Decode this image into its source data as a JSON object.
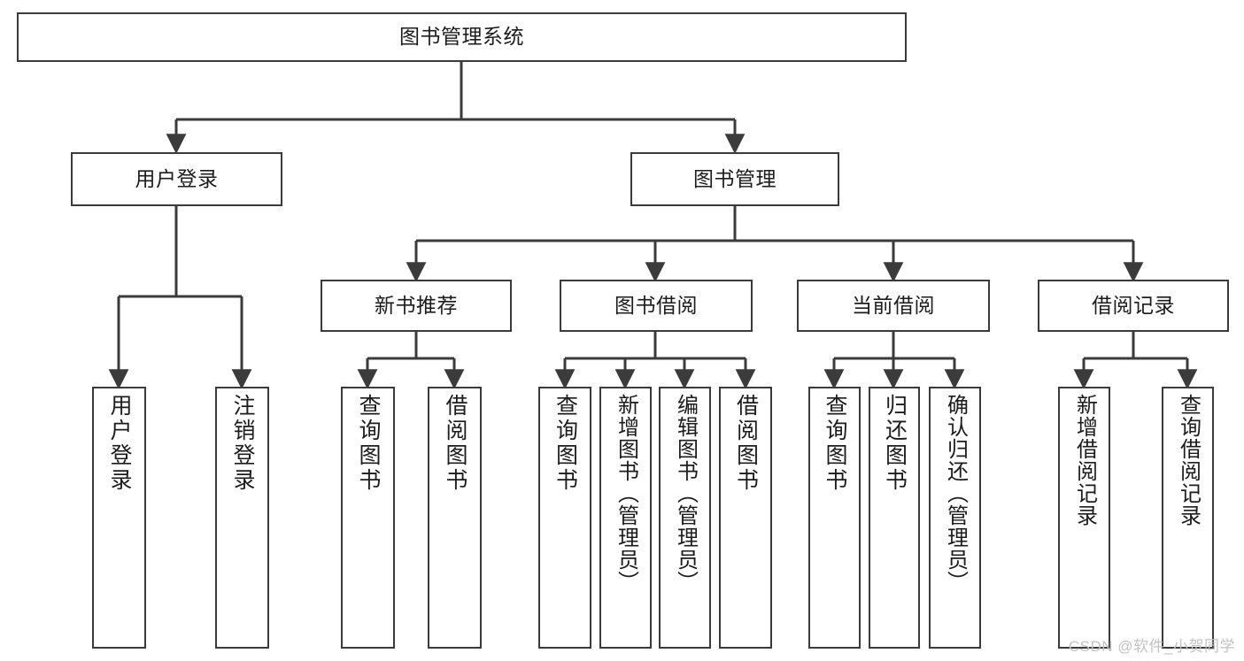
{
  "diagram": {
    "title": "图书管理系统",
    "type": "hierarchy-tree",
    "watermark": "CSDN @软件_小贺同学",
    "colors": {
      "stroke": "#3b3b3b",
      "fill": "#ffffff",
      "text": "#1c1c1c",
      "watermark": "#c2c2c2"
    },
    "root": {
      "label": "图书管理系统"
    },
    "level1": [
      {
        "label": "用户登录"
      },
      {
        "label": "图书管理"
      }
    ],
    "level2": [
      {
        "label": "新书推荐"
      },
      {
        "label": "图书借阅"
      },
      {
        "label": "当前借阅"
      },
      {
        "label": "借阅记录"
      }
    ],
    "leaves": {
      "user_login": [
        {
          "label": "用户登录"
        },
        {
          "label": "注销登录"
        }
      ],
      "new_book": [
        {
          "label": "查询图书"
        },
        {
          "label": "借阅图书"
        }
      ],
      "book_borrow": [
        {
          "label": "查询图书"
        },
        {
          "label": "新增图书（管理员）"
        },
        {
          "label": "编辑图书（管理员）"
        },
        {
          "label": "借阅图书"
        }
      ],
      "current_borrow": [
        {
          "label": "查询图书"
        },
        {
          "label": "归还图书"
        },
        {
          "label": "确认归还（管理员）"
        }
      ],
      "borrow_record": [
        {
          "label": "新增借阅记录"
        },
        {
          "label": "查询借阅记录"
        }
      ]
    }
  }
}
